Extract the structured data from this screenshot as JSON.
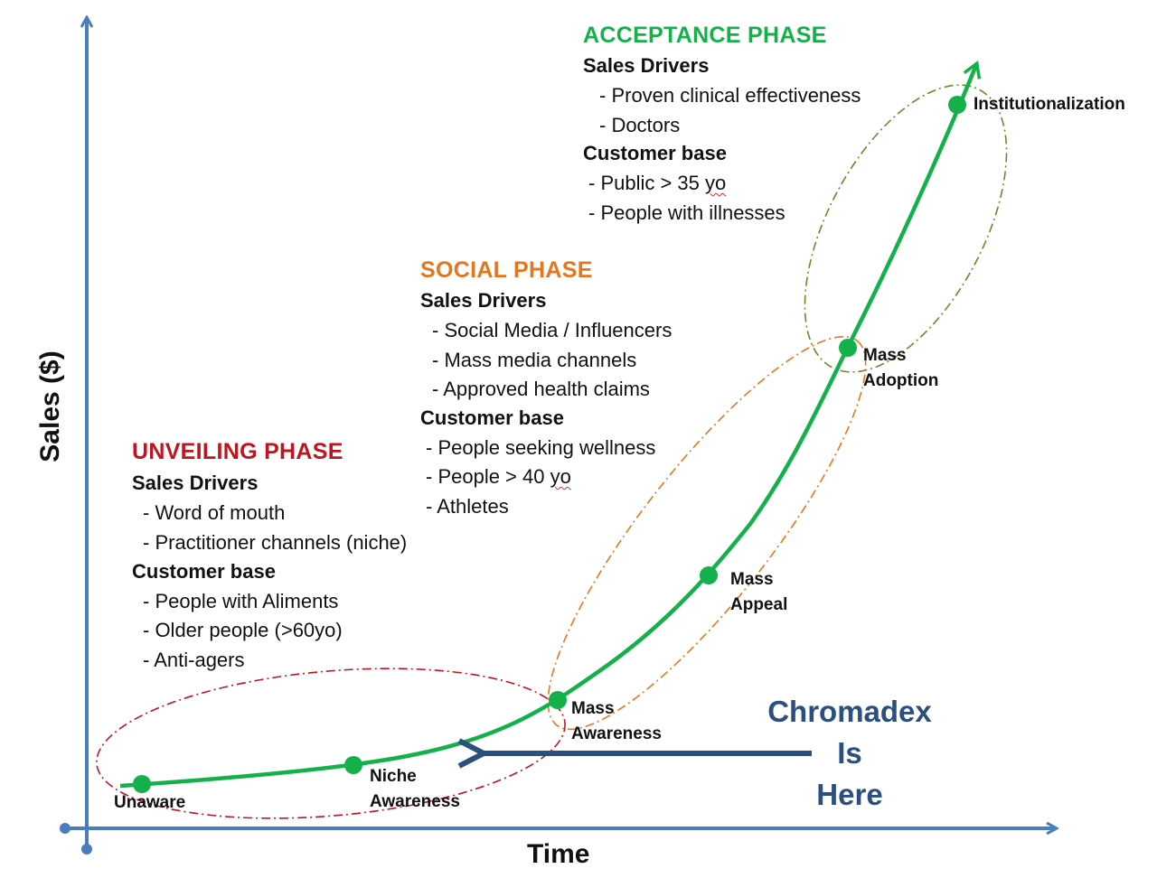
{
  "axes": {
    "y_label": "Sales ($)",
    "x_label": "Time"
  },
  "colors": {
    "axis": "#4a7cc0",
    "curve": "#14b14a",
    "unveiling": "#c0141e",
    "social": "#e6761e",
    "acceptance": "#14b14a",
    "chromadex": "#2b4f7e",
    "ellipse_red": "#c0141e",
    "ellipse_orange": "#e6761e",
    "ellipse_olive": "#6a8a2a"
  },
  "phases": {
    "unveiling": {
      "title": "UNVEILING PHASE",
      "sales_drivers_label": "Sales Drivers",
      "sales_drivers": [
        "- Word of mouth",
        "- Practitioner channels (niche)"
      ],
      "customer_base_label": "Customer base",
      "customer_base": [
        "- People with Aliments",
        "- Older people (>60yo)",
        "- Anti-agers"
      ]
    },
    "social": {
      "title": "SOCIAL PHASE",
      "sales_drivers_label": "Sales Drivers",
      "sales_drivers": [
        "- Social Media / Influencers",
        "- Mass media channels",
        "- Approved health claims"
      ],
      "customer_base_label": "Customer base",
      "customer_base": [
        "- People seeking wellness",
        "- People > 40 yo",
        "- Athletes"
      ]
    },
    "acceptance": {
      "title": "ACCEPTANCE PHASE",
      "sales_drivers_label": "Sales Drivers",
      "sales_drivers": [
        "- Proven clinical effectiveness",
        "- Doctors"
      ],
      "customer_base_label": "Customer base",
      "customer_base": [
        "- Public > 35 yo",
        "- People with illnesses"
      ]
    }
  },
  "stages": [
    {
      "line1": "Unaware",
      "line2": ""
    },
    {
      "line1": "Niche",
      "line2": "Awareness"
    },
    {
      "line1": "Mass",
      "line2": "Awareness"
    },
    {
      "line1": "Mass",
      "line2": "Appeal"
    },
    {
      "line1": "Mass",
      "line2": "Adoption"
    },
    {
      "line1": "Institutionalization",
      "line2": ""
    }
  ],
  "marker": {
    "line1": "Chromadex",
    "line2": "Is",
    "line3": "Here"
  }
}
